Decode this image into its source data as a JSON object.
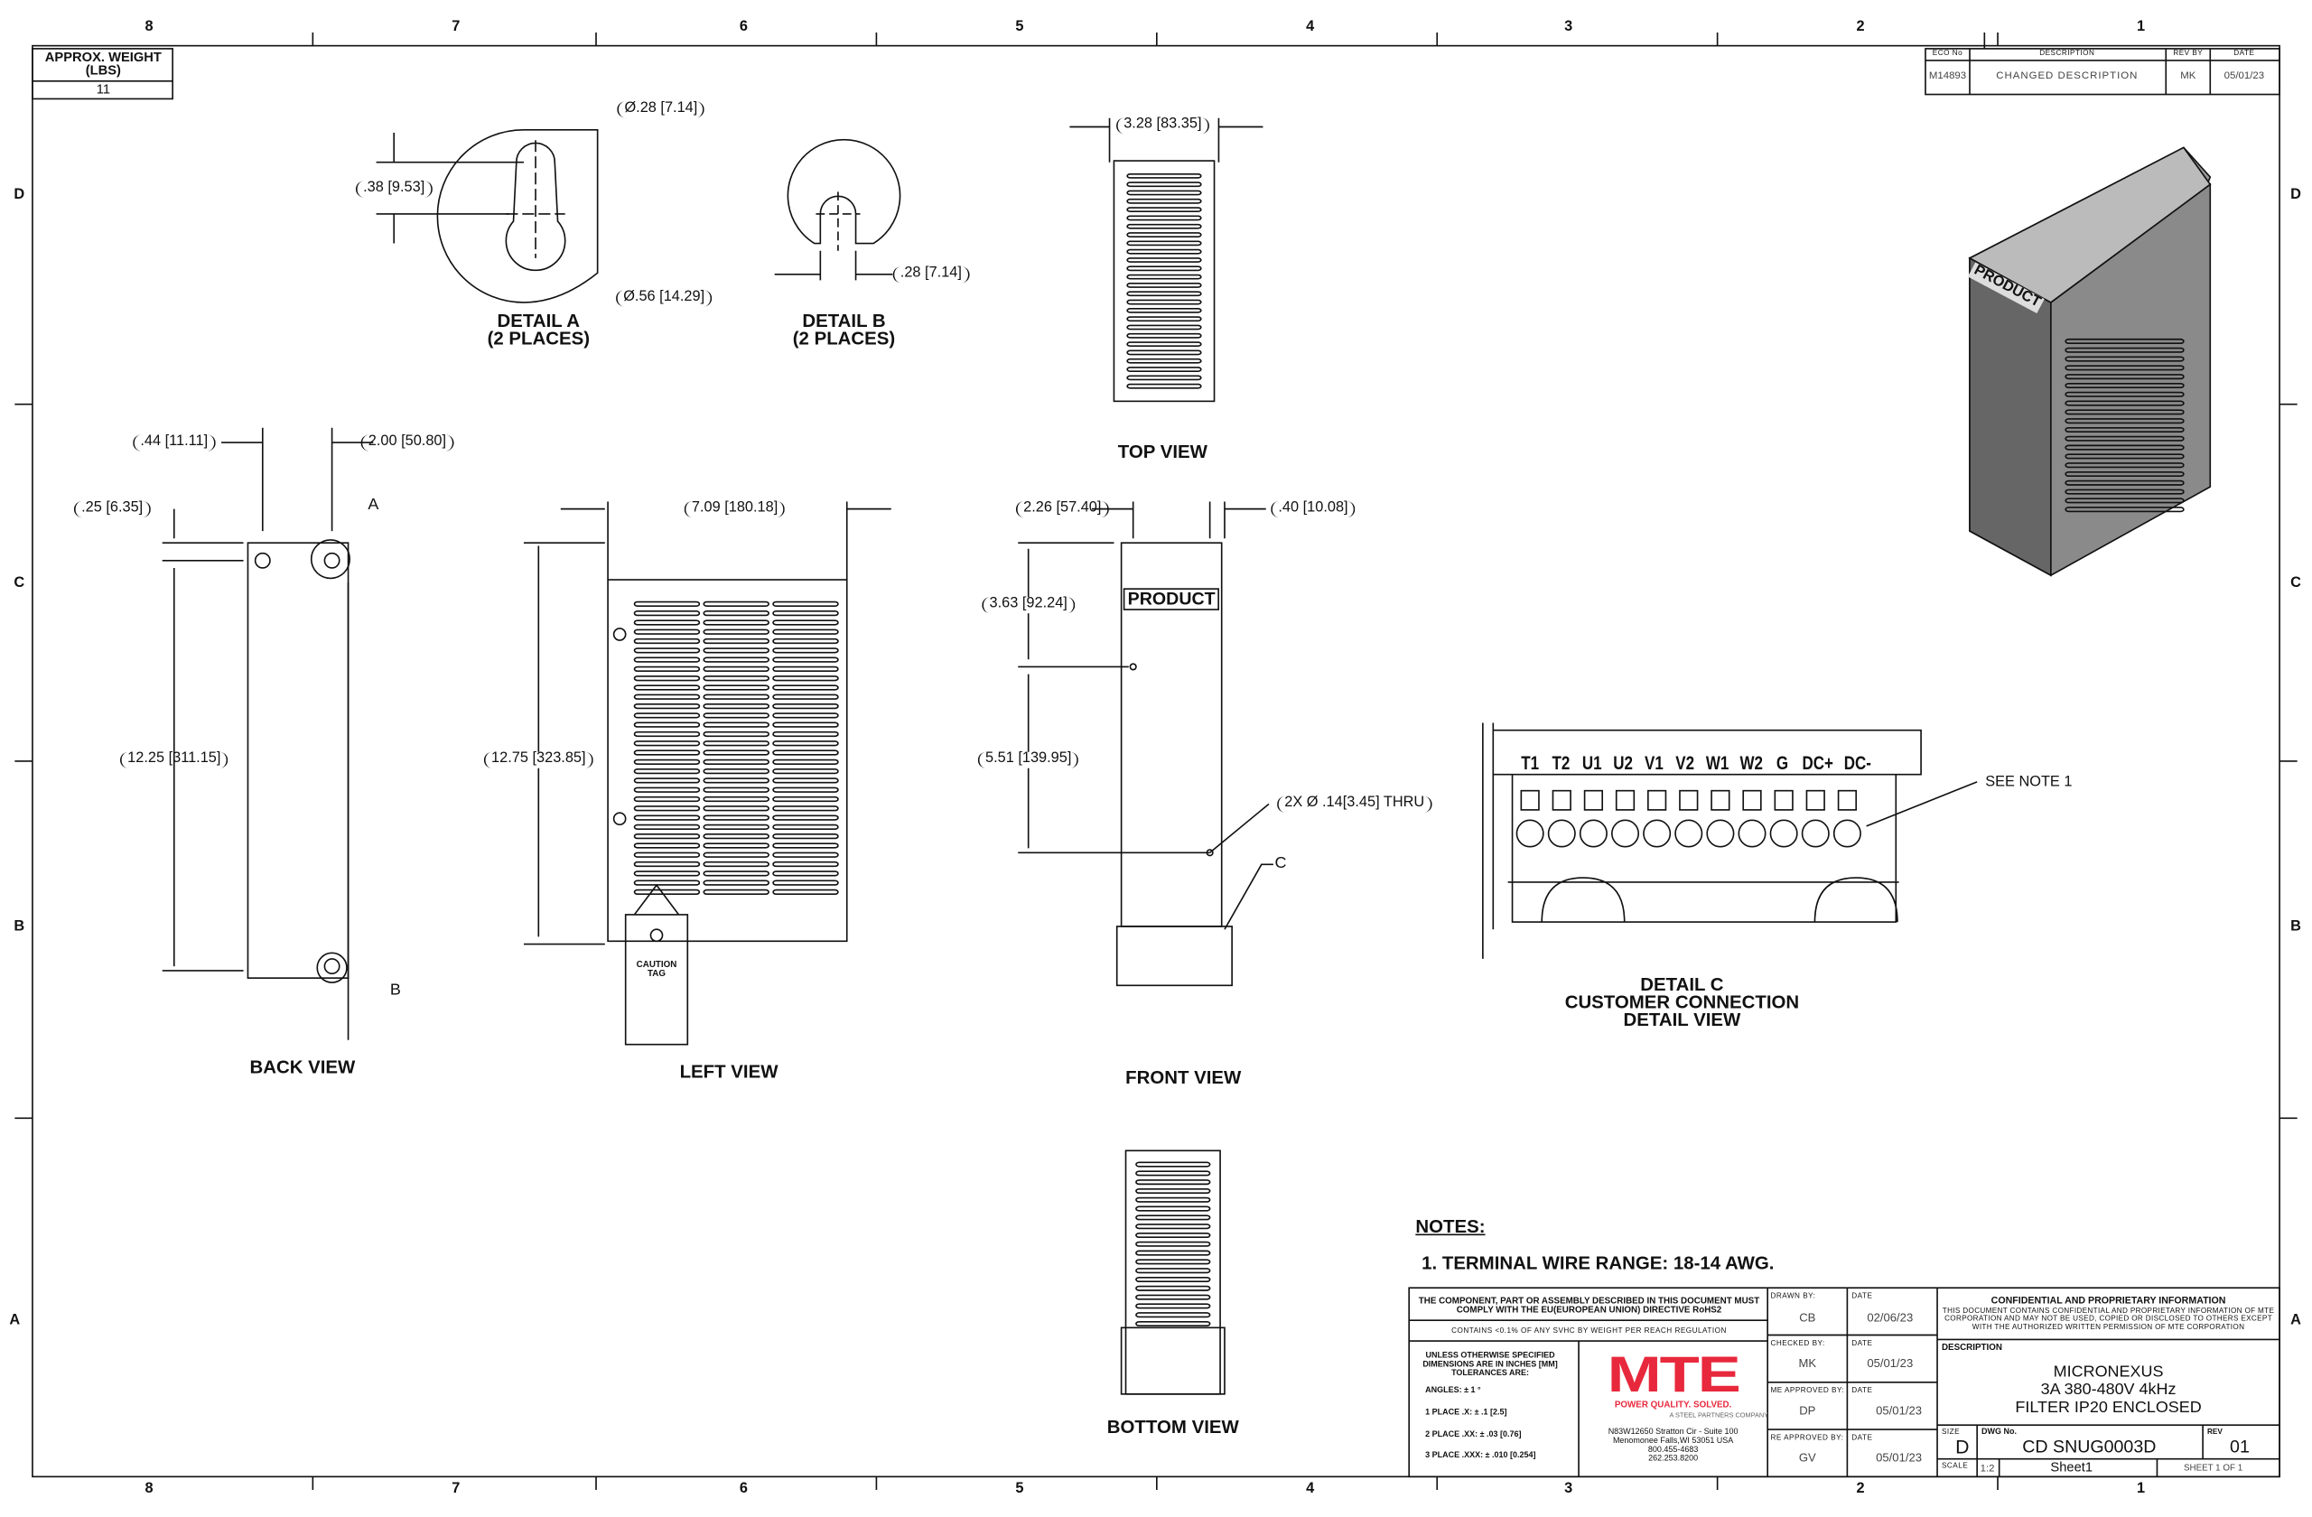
{
  "zones": {
    "cols": [
      "8",
      "7",
      "6",
      "5",
      "4",
      "3",
      "2",
      "1"
    ],
    "rows": [
      "D",
      "C",
      "B",
      "A"
    ]
  },
  "weight": {
    "label": "APPROX. WEIGHT (LBS)",
    "value": "11"
  },
  "revision": {
    "headers": [
      "ECO No",
      "DESCRIPTION",
      "REV BY",
      "DATE"
    ],
    "row": [
      "M14893",
      "CHANGED DESCRIPTION",
      "MK",
      "05/01/23"
    ]
  },
  "detail_a": {
    "title": "DETAIL A",
    "sub": "(2 PLACES)",
    "dims": [
      ".38 [9.53]",
      "Ø.28 [7.14]",
      "Ø.56 [14.29]"
    ]
  },
  "detail_b": {
    "title": "DETAIL B",
    "sub": "(2 PLACES)",
    "dims": [
      ".28 [7.14]"
    ]
  },
  "top_view": {
    "title": "TOP VIEW",
    "dims": [
      "3.28 [83.35]"
    ]
  },
  "back_view": {
    "title": "BACK VIEW",
    "dims": [
      ".44 [11.11]",
      "2.00 [50.80]",
      ".25 [6.35]",
      "12.25 [311.15]"
    ],
    "callouts": [
      "A",
      "B"
    ]
  },
  "left_view": {
    "title": "LEFT VIEW",
    "dims": [
      "7.09 [180.18]",
      "12.75 [323.85]"
    ],
    "tag": "CAUTION TAG"
  },
  "front_view": {
    "title": "FRONT VIEW",
    "dims": [
      "2.26 [57.40]",
      ".40 [10.08]",
      "3.63 [92.24]",
      "5.51 [139.95]",
      "2X Ø .14[3.45] THRU"
    ],
    "callout": "C",
    "label": "PRODUCT"
  },
  "bottom_view": {
    "title": "BOTTOM VIEW"
  },
  "iso_view": {
    "label": "PRODUCT"
  },
  "detail_c": {
    "terminals": [
      "T1",
      "T2",
      "U1",
      "U2",
      "V1",
      "V2",
      "W1",
      "W2",
      "G",
      "DC+",
      "DC-"
    ],
    "note_ref": "SEE NOTE 1",
    "title": [
      "DETAIL C",
      "CUSTOMER CONNECTION",
      "DETAIL VIEW"
    ]
  },
  "notes": {
    "heading": "NOTES:",
    "items": [
      "1.  TERMINAL WIRE RANGE: 18-14 AWG."
    ]
  },
  "title_block": {
    "rohs": "THE COMPONENT, PART OR ASSEMBLY DESCRIBED IN THIS DOCUMENT MUST COMPLY WITH THE EU(EUROPEAN UNION) DIRECTIVE RoHS2",
    "reach": "CONTAINS <0.1% OF ANY SVHC BY WEIGHT PER REACH REGULATION",
    "tolerance_head": "UNLESS OTHERWISE SPECIFIED DIMENSIONS ARE IN INCHES [MM] TOLERANCES ARE:",
    "tolerances": [
      "ANGLES: ± 1 °",
      "1 PLACE .X: ± .1 [2.5]",
      "2 PLACE .XX: ± .03 [0.76]",
      "3 PLACE .XXX: ± .010 [0.254]"
    ],
    "logo": "MTE",
    "slogan": "POWER QUALITY. SOLVED.",
    "parent": "A STEEL PARTNERS COMPANY",
    "address": [
      "N83W12650 Stratton Cir - Suite 100",
      "Menomonee Falls,WI 53051 USA",
      "800.455-4683",
      "262.253.8200"
    ],
    "approvals": [
      {
        "label": "DRAWN BY:",
        "who": "CB",
        "date": "02/06/23"
      },
      {
        "label": "CHECKED BY:",
        "who": "MK",
        "date": "05/01/23"
      },
      {
        "label": "ME APPROVED BY:",
        "who": "DP",
        "date": "05/01/23"
      },
      {
        "label": "RE APPROVED BY:",
        "who": "GV",
        "date": "05/01/23"
      }
    ],
    "date_label": "DATE",
    "confidential_head": "CONFIDENTIAL AND PROPRIETARY INFORMATION",
    "confidential_body": "THIS DOCUMENT CONTAINS CONFIDENTIAL AND PROPRIETARY INFORMATION OF MTE CORPORATION AND MAY NOT BE USED, COPIED OR DISCLOSED TO OTHERS EXCEPT WITH THE AUTHORIZED WRITTEN PERMISSION OF MTE CORPORATION",
    "description_label": "DESCRIPTION",
    "description": [
      "MICRONEXUS",
      "3A 380-480V 4kHz",
      "FILTER IP20 ENCLOSED"
    ],
    "size_label": "SIZE",
    "size": "D",
    "dwg_label": "DWG No.",
    "dwg": "CD SNUG0003D",
    "rev_label": "REV",
    "rev": "01",
    "scale_label": "SCALE",
    "scale": "1:2",
    "sheet_name": "Sheet1",
    "sheet": "SHEET 1  OF 1"
  },
  "colors": {
    "logo": "#e8283c",
    "line": "#111111"
  }
}
